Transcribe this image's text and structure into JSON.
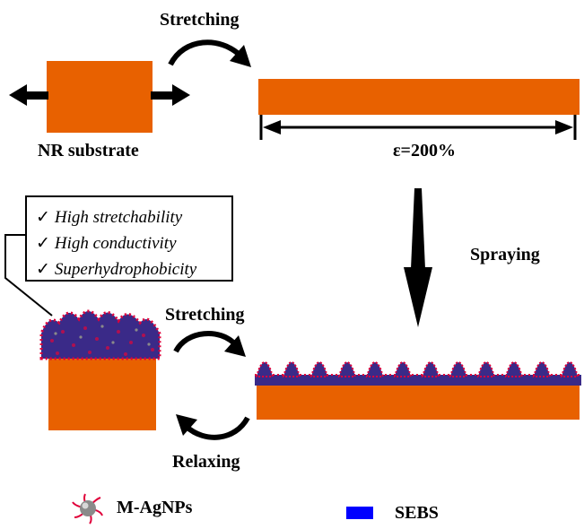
{
  "labels": {
    "stretching_top": "Stretching",
    "nr_substrate": "NR substrate",
    "strain": "ε=200%",
    "spraying": "Spraying",
    "stretching_bottom": "Stretching",
    "relaxing": "Relaxing"
  },
  "properties": [
    {
      "check": "✓",
      "text": "High stretchability"
    },
    {
      "check": "✓",
      "text": "High conductivity"
    },
    {
      "check": "✓",
      "text": "Superhydrophobicity"
    }
  ],
  "legend": [
    {
      "label": "M-AgNPs",
      "icon": "silver-nanoparticle-icon"
    },
    {
      "label": "SEBS",
      "icon": "blue-square-icon",
      "color": "#0000ff"
    }
  ],
  "colors": {
    "substrate": "#e86100",
    "sebs": "#2a2a8a",
    "nanoparticle_core": "#8a8a8a",
    "nanoparticle_arms": "#e0003a"
  }
}
